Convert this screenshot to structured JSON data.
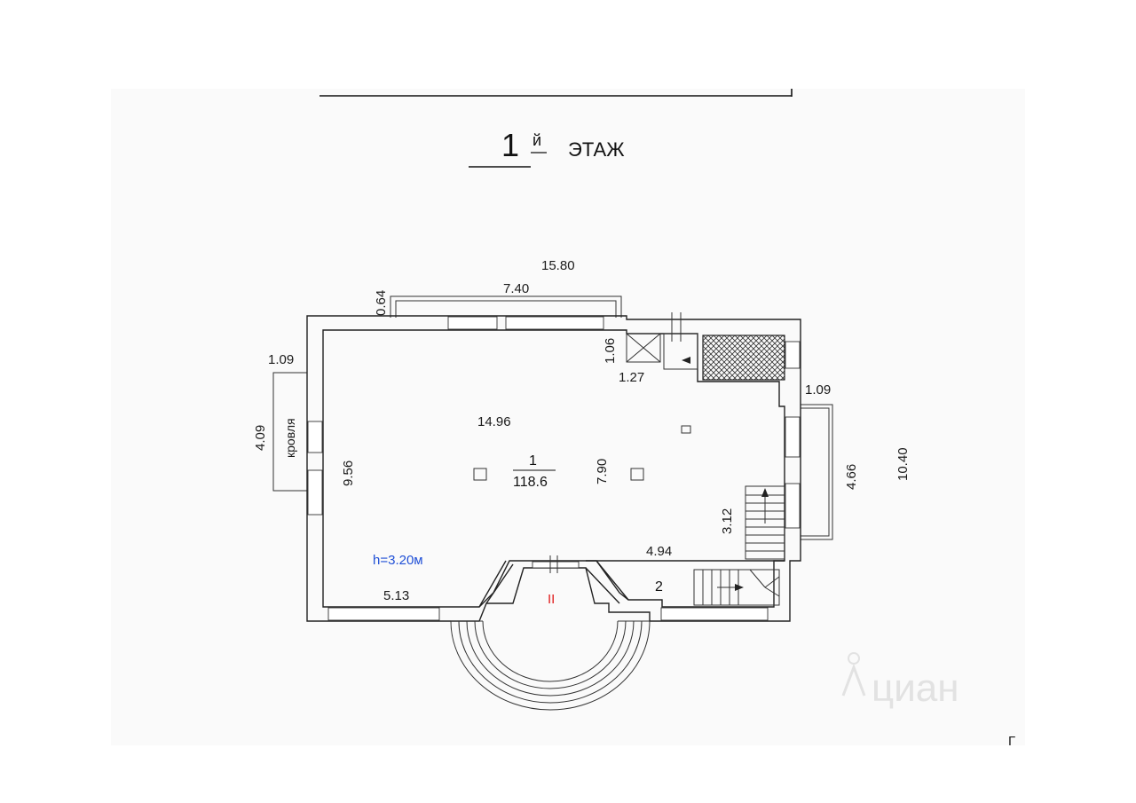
{
  "title": {
    "number": "1",
    "suffix": "й",
    "word": "ЭТАЖ"
  },
  "dimensions": {
    "overall_width": "15.80",
    "balcony_width": "7.40",
    "balcony_depth": "0.64",
    "left_roof_width": "1.09",
    "left_roof_length": "4.09",
    "inner_height_left": "9.56",
    "main_width": "14.96",
    "shaft_height": "1.06",
    "shaft_width": "1.27",
    "right_balcony_width": "1.09",
    "right_balcony_length": "4.66",
    "overall_height": "10.40",
    "inner_span": "7.90",
    "stair_length": "3.12",
    "room2_width": "4.94",
    "bottom_left_width": "5.13"
  },
  "labels": {
    "roof": "кровля",
    "room1_number": "1",
    "room1_area": "118.6",
    "room2_number": "2",
    "ceiling_height": "h=3.20м",
    "entrance_mark": "II",
    "corner_mark": "Г",
    "watermark": "циан"
  },
  "colors": {
    "height_label": "#1f4fd6",
    "entrance_mark": "#e02020",
    "walls": "#222222",
    "watermark": "#e2e2e2"
  }
}
